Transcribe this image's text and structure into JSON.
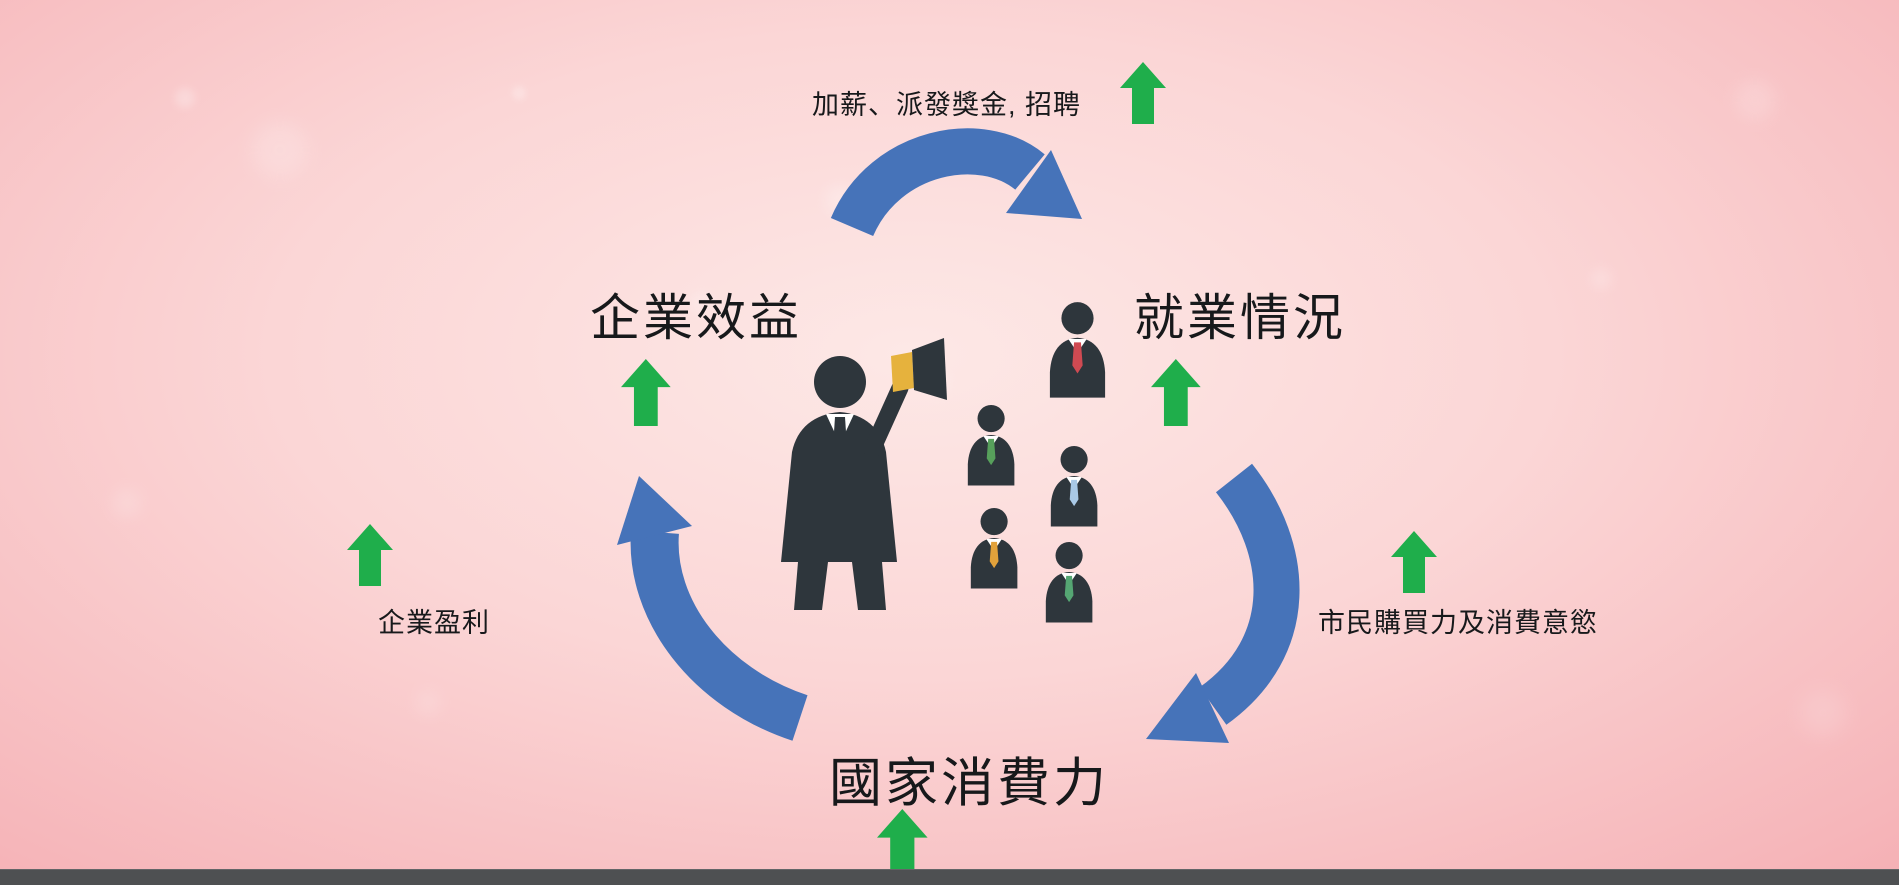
{
  "labels": {
    "top_caption": "加薪、派發獎金, 招聘",
    "enterprise": "企業效益",
    "employment": "就業情況",
    "consumption": "國家消費力",
    "profit": "企業盈利",
    "purchasing": "市民購買力及消費意慾"
  },
  "icons": {
    "up_arrow": "green-increase-arrow",
    "cycle_arrow": "blue-clockwise-cycle-arrow",
    "businessman": "manager-with-megaphone-silhouette",
    "employee": "employee-silhouette"
  },
  "colors": {
    "arrow_green": "#1fae4b",
    "arrow_blue": "#4673b9",
    "silhouette": "#2e363c",
    "megaphone_yellow": "#e6b23d",
    "tie_red": "#cf4a52",
    "tie_green": "#57a05b",
    "tie_blue": "#a9c9e6",
    "tie_orange": "#e2a23b",
    "tie_teal": "#55a673",
    "background_pink": "#f6bcc0",
    "progress_bar": "#4e5052"
  }
}
